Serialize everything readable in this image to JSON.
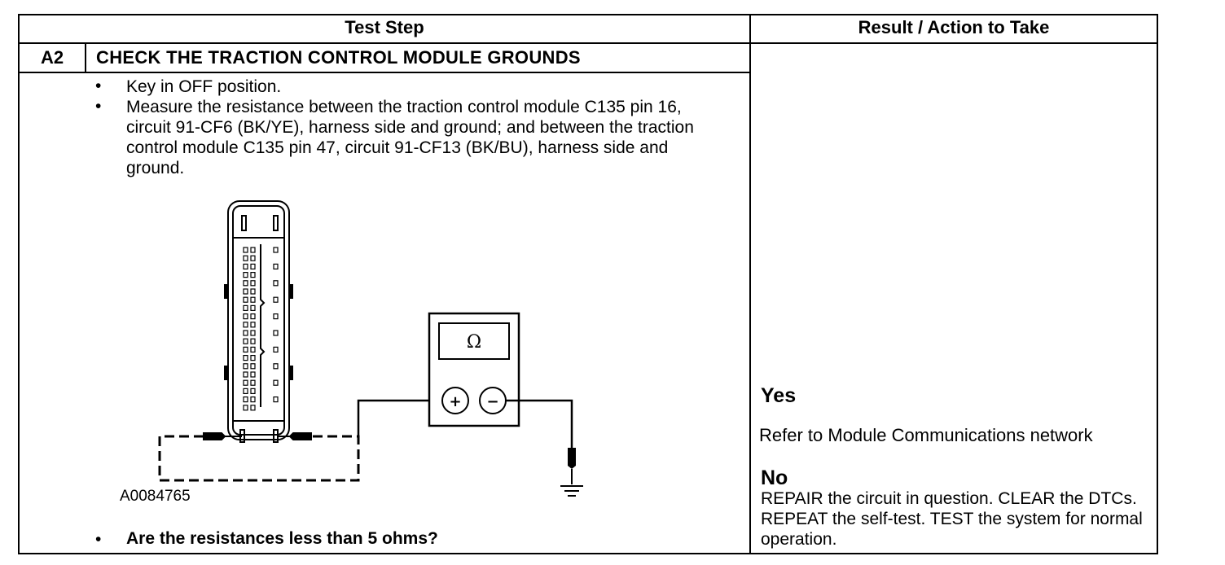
{
  "table": {
    "header_test_step": "Test Step",
    "header_result": "Result / Action to Take",
    "step_id": "A2",
    "step_title": "CHECK THE TRACTION CONTROL MODULE GROUNDS"
  },
  "instructions": [
    {
      "bullet": "•",
      "text": "Key in OFF position."
    },
    {
      "bullet": "•",
      "text": "Measure the resistance between the traction control module C135 pin 16, circuit 91-CF6 (BK/YE), harness side and ground; and between the traction control module C135 pin 47, circuit 91-CF13 (BK/BU), harness side and ground."
    }
  ],
  "figure": {
    "id": "A0084765",
    "meter_symbol": "Ω",
    "plus_symbol": "+",
    "minus_symbol": "−"
  },
  "question": {
    "bullet": "•",
    "text": "Are the resistances less than 5 ohms?"
  },
  "results": {
    "yes_label": "Yes",
    "yes_text": "Refer to Module Communications network",
    "no_label": "No",
    "no_text": "REPAIR the circuit in question. CLEAR the DTCs. REPEAT the self-test. TEST the system for normal operation."
  }
}
